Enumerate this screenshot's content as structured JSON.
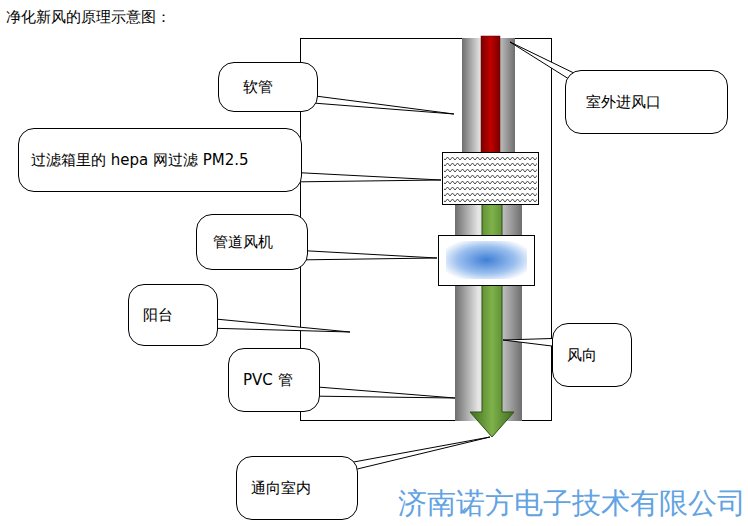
{
  "diagram": {
    "title": "净化新风的原理示意图：",
    "nodes": [
      {
        "text": [
          "软管"
        ]
      },
      {
        "text": [
          "室外进风口"
        ]
      },
      {
        "text": [
          "过滤箱里的 hepa 网过滤 PM2.5"
        ]
      },
      {
        "text": [
          "管道风机"
        ]
      },
      {
        "text": [
          "阳台"
        ]
      },
      {
        "text": [
          "风向"
        ]
      },
      {
        "text": [
          "PVC 管"
        ]
      },
      {
        "text": [
          "通向室内"
        ]
      }
    ],
    "labels": [
      "济南诺方电子技术有限公司"
    ]
  }
}
